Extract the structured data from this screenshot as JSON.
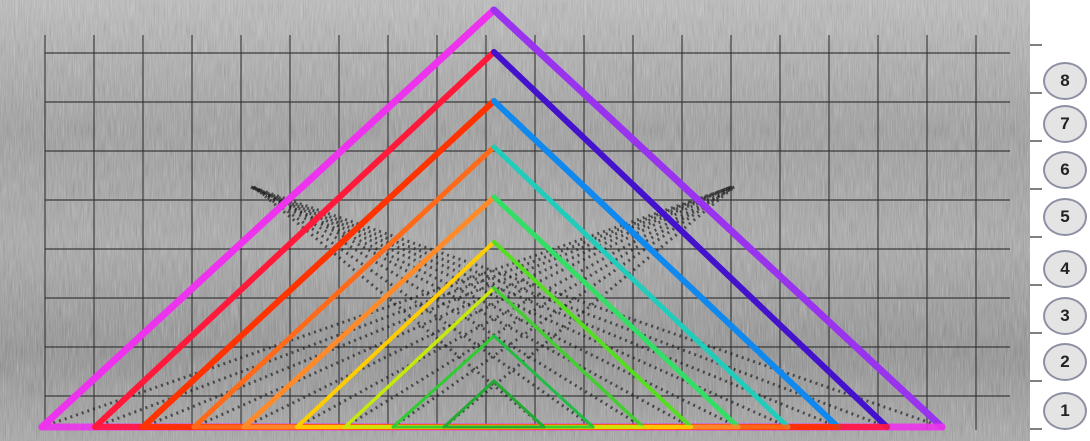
{
  "levels": [
    {
      "label": "8",
      "color": "#ee33ee"
    },
    {
      "label": "7",
      "color": "#ff1a3c"
    },
    {
      "label": "6",
      "color": "#ff3300"
    },
    {
      "label": "5",
      "color": "#ff6a1a"
    },
    {
      "label": "4",
      "color": "#ff8a2a"
    },
    {
      "label": "3",
      "color": "#ffcc00"
    },
    {
      "label": "2",
      "color": "#c8e80a"
    },
    {
      "label": "1",
      "color": "#2ecc30"
    }
  ],
  "right_colors": [
    "#9933ee",
    "#4411cc",
    "#1188ee",
    "#22ccbb",
    "#33dd66",
    "#55dd22",
    "#44cc33",
    "#22bb44"
  ],
  "grid_color": "#2f2f2f",
  "dot_color": "#222222"
}
